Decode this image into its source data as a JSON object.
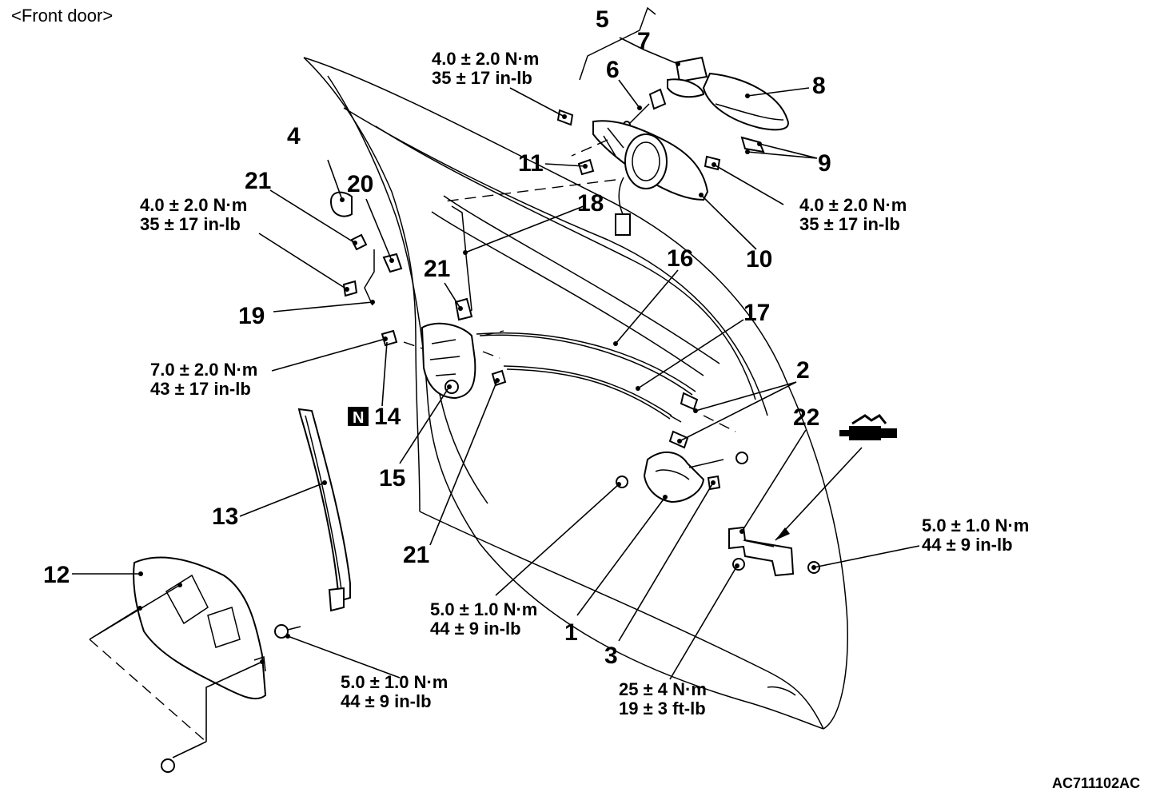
{
  "diagram": {
    "caption": "<Front door>",
    "reference": "AC711102AC",
    "badge": "N",
    "part_numbers": {
      "p1": "1",
      "p2": "2",
      "p3": "3",
      "p4": "4",
      "p5": "5",
      "p6": "6",
      "p7": "7",
      "p8": "8",
      "p9": "9",
      "p10": "10",
      "p11": "11",
      "p12": "12",
      "p13": "13",
      "p14": "14",
      "p15": "15",
      "p16": "16",
      "p17": "17",
      "p18": "18",
      "p19": "19",
      "p20": "20",
      "p21a": "21",
      "p21b": "21",
      "p21c": "21",
      "p22": "22"
    },
    "torques": {
      "handle_left": {
        "metric": "4.0 ± 2.0 N·m",
        "imperial": "35 ± 17 in-lb"
      },
      "handle_right": {
        "metric": "4.0 ± 2.0 N·m",
        "imperial": "35 ± 17 in-lb"
      },
      "bracket": {
        "metric": "4.0 ± 2.0 N·m",
        "imperial": "35 ± 17 in-lb"
      },
      "latch": {
        "metric": "7.0 ± 2.0 N·m",
        "imperial": "43 ± 17 in-lb"
      },
      "checker": {
        "metric": "5.0 ± 1.0 N·m",
        "imperial": "44 ± 9 in-lb"
      },
      "remote": {
        "metric": "5.0 ± 1.0 N·m",
        "imperial": "44 ± 9 in-lb"
      },
      "sash": {
        "metric": "5.0 ± 1.0 N·m",
        "imperial": "44 ± 9 in-lb"
      },
      "hinge": {
        "metric": "25 ± 4 N·m",
        "imperial": "19 ± 3 ft-lb"
      }
    }
  }
}
